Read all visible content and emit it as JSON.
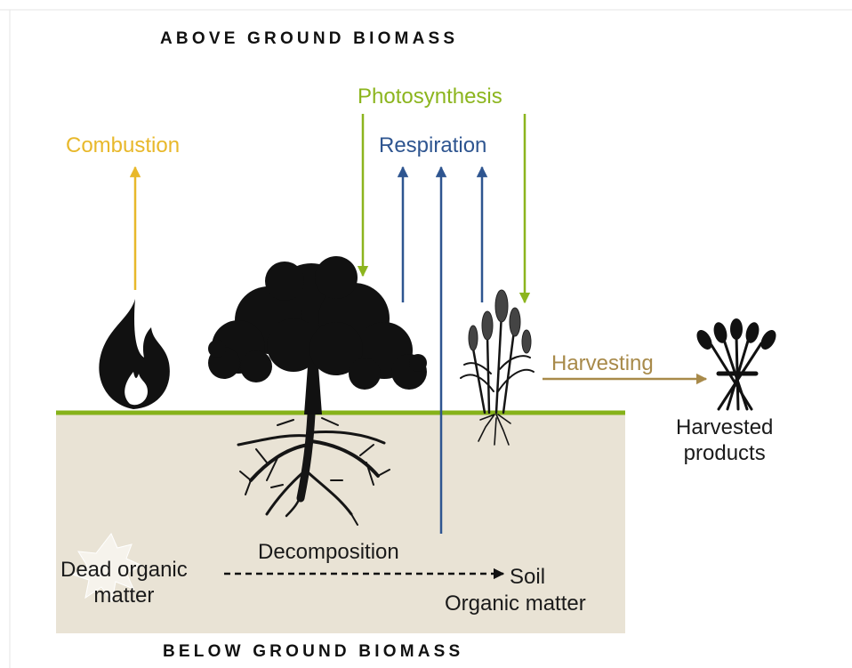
{
  "title_top": "ABOVE GROUND BIOMASS",
  "title_bottom": "BELOW GROUND BIOMASS",
  "labels": {
    "combustion": "Combustion",
    "photosynthesis": "Photosynthesis",
    "respiration": "Respiration",
    "harvesting": "Harvesting",
    "harvested_products": "Harvested\nproducts",
    "decomposition": "Decomposition",
    "dead_organic_matter": "Dead organic\nmatter",
    "soil": "Soil",
    "soil_organic_matter": "Organic matter"
  },
  "colors": {
    "combustion": "#e8b82a",
    "photosynthesis": "#8cb51e",
    "respiration": "#2e5590",
    "harvesting": "#a88a4a",
    "ground_line": "#86b21a",
    "soil_fill": "#e9e3d5",
    "silhouette": "#111111"
  },
  "icons": [
    "fire-icon",
    "tree-icon",
    "grass-plant-icon",
    "wheat-bundle-icon",
    "leaf-icon"
  ]
}
